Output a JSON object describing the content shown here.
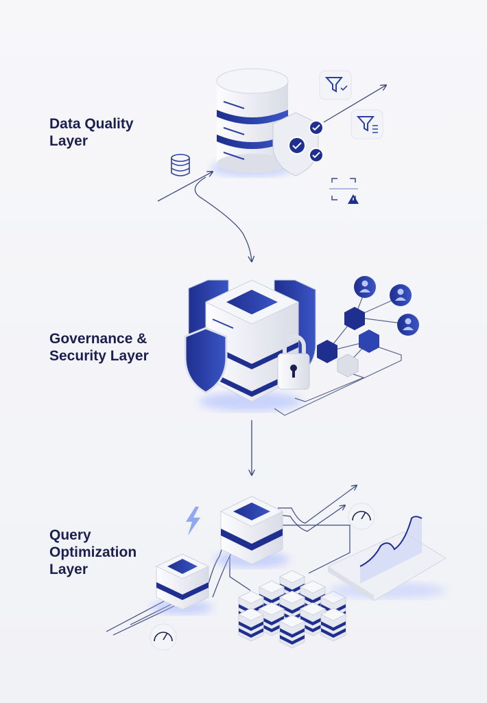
{
  "layers": [
    {
      "lines": [
        "Data Quality",
        "Layer"
      ]
    },
    {
      "lines": [
        "Governance &",
        "Security Layer"
      ]
    },
    {
      "lines": [
        "Query",
        "Optimization",
        "Layer"
      ]
    }
  ],
  "colors": {
    "text": "#1b1f4f",
    "accent": "#2b3fa3",
    "line": "#3a4680",
    "surface": "#e9eaf1"
  }
}
